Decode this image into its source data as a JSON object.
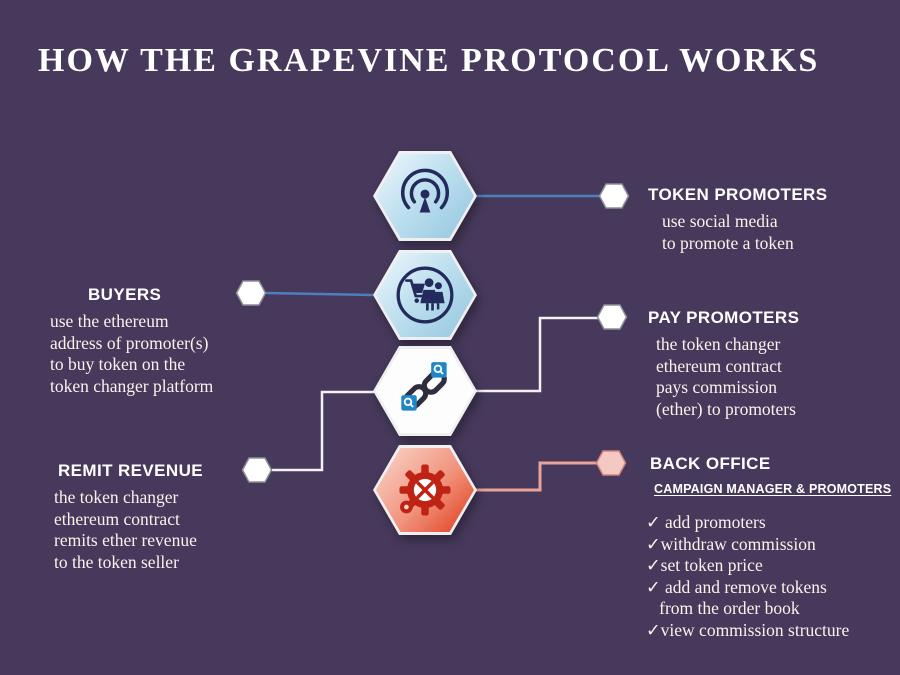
{
  "title": "HOW THE GRAPEVINE PROTOCOL WORKS",
  "colors": {
    "background": "#46395b",
    "line_blue": "#4d7fbe",
    "line_white": "#f3f1f4",
    "line_salmon": "#e8a49b",
    "hex_blue": "#93c6df",
    "hex_red": "#e13a1b",
    "icon_navy": "#232a5c",
    "icon_red": "#bf2313",
    "magnifier_blue": "#1f86c9"
  },
  "icons": {
    "step1": "broadcast-icon",
    "step2": "buyers-cart-family-icon",
    "step3": "chain-link-search-icon",
    "step4": "gear-tools-icon"
  },
  "sections": {
    "token_promoters": {
      "heading": "TOKEN PROMOTERS",
      "body": "use social media\nto promote a token"
    },
    "buyers": {
      "heading": "BUYERS",
      "body": "use the ethereum\naddress of promoter(s)\nto buy token on the\ntoken changer platform"
    },
    "pay_promoters": {
      "heading": "PAY PROMOTERS",
      "body": "the token changer\nethereum contract\npays commission\n(ether) to promoters"
    },
    "remit_revenue": {
      "heading": "REMIT REVENUE",
      "body": "the token changer\nethereum contract\nremits ether revenue\nto the token seller"
    },
    "back_office": {
      "heading": "BACK OFFICE",
      "subheading": "CAMPAIGN MANAGER & PROMOTERS",
      "items": [
        "✓ add promoters",
        "✓withdraw commission",
        "✓set token price",
        "✓ add and remove tokens\n   from the order book",
        "✓view commission structure"
      ]
    }
  }
}
